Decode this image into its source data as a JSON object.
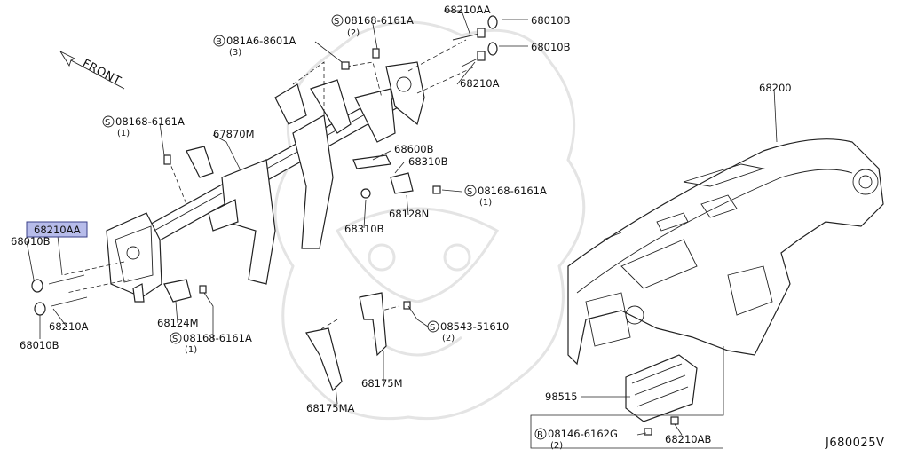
{
  "front_label": "FRONT",
  "diagram_code": "J680025V",
  "labels": {
    "p68210AA_top": "68210AA",
    "p68010B_top1": "68010B",
    "p68010B_top2": "68010B",
    "p68210A_top": "68210A",
    "s08168_top": "08168-6161A",
    "s08168_top_qty": "(2)",
    "b081A6": "081A6-8601A",
    "b081A6_qty": "(3)",
    "s08168_left": "08168-6161A",
    "s08168_left_qty": "(1)",
    "p67870M": "67870M",
    "p68200": "68200",
    "p68600B": "68600B",
    "p68310B_top": "68310B",
    "s08168_mid": "08168-6161A",
    "s08168_mid_qty": "(1)",
    "p68128N": "68128N",
    "p68310B_bot": "68310B",
    "p68210AA_left": "68210AA",
    "p68010B_left1": "68010B",
    "p68210A_left": "68210A",
    "p68010B_left2": "68010B",
    "p68124M": "68124M",
    "s08168_bot": "08168-6161A",
    "s08168_bot_qty": "(1)",
    "s08543": "08543-51610",
    "s08543_qty": "(2)",
    "p68175M": "68175M",
    "p68175MA": "68175MA",
    "p98515": "98515",
    "b08146": "08146-6162G",
    "b08146_qty": "(2)",
    "p68210AB": "68210AB"
  },
  "prefix": {
    "s": "S",
    "b": "B"
  }
}
